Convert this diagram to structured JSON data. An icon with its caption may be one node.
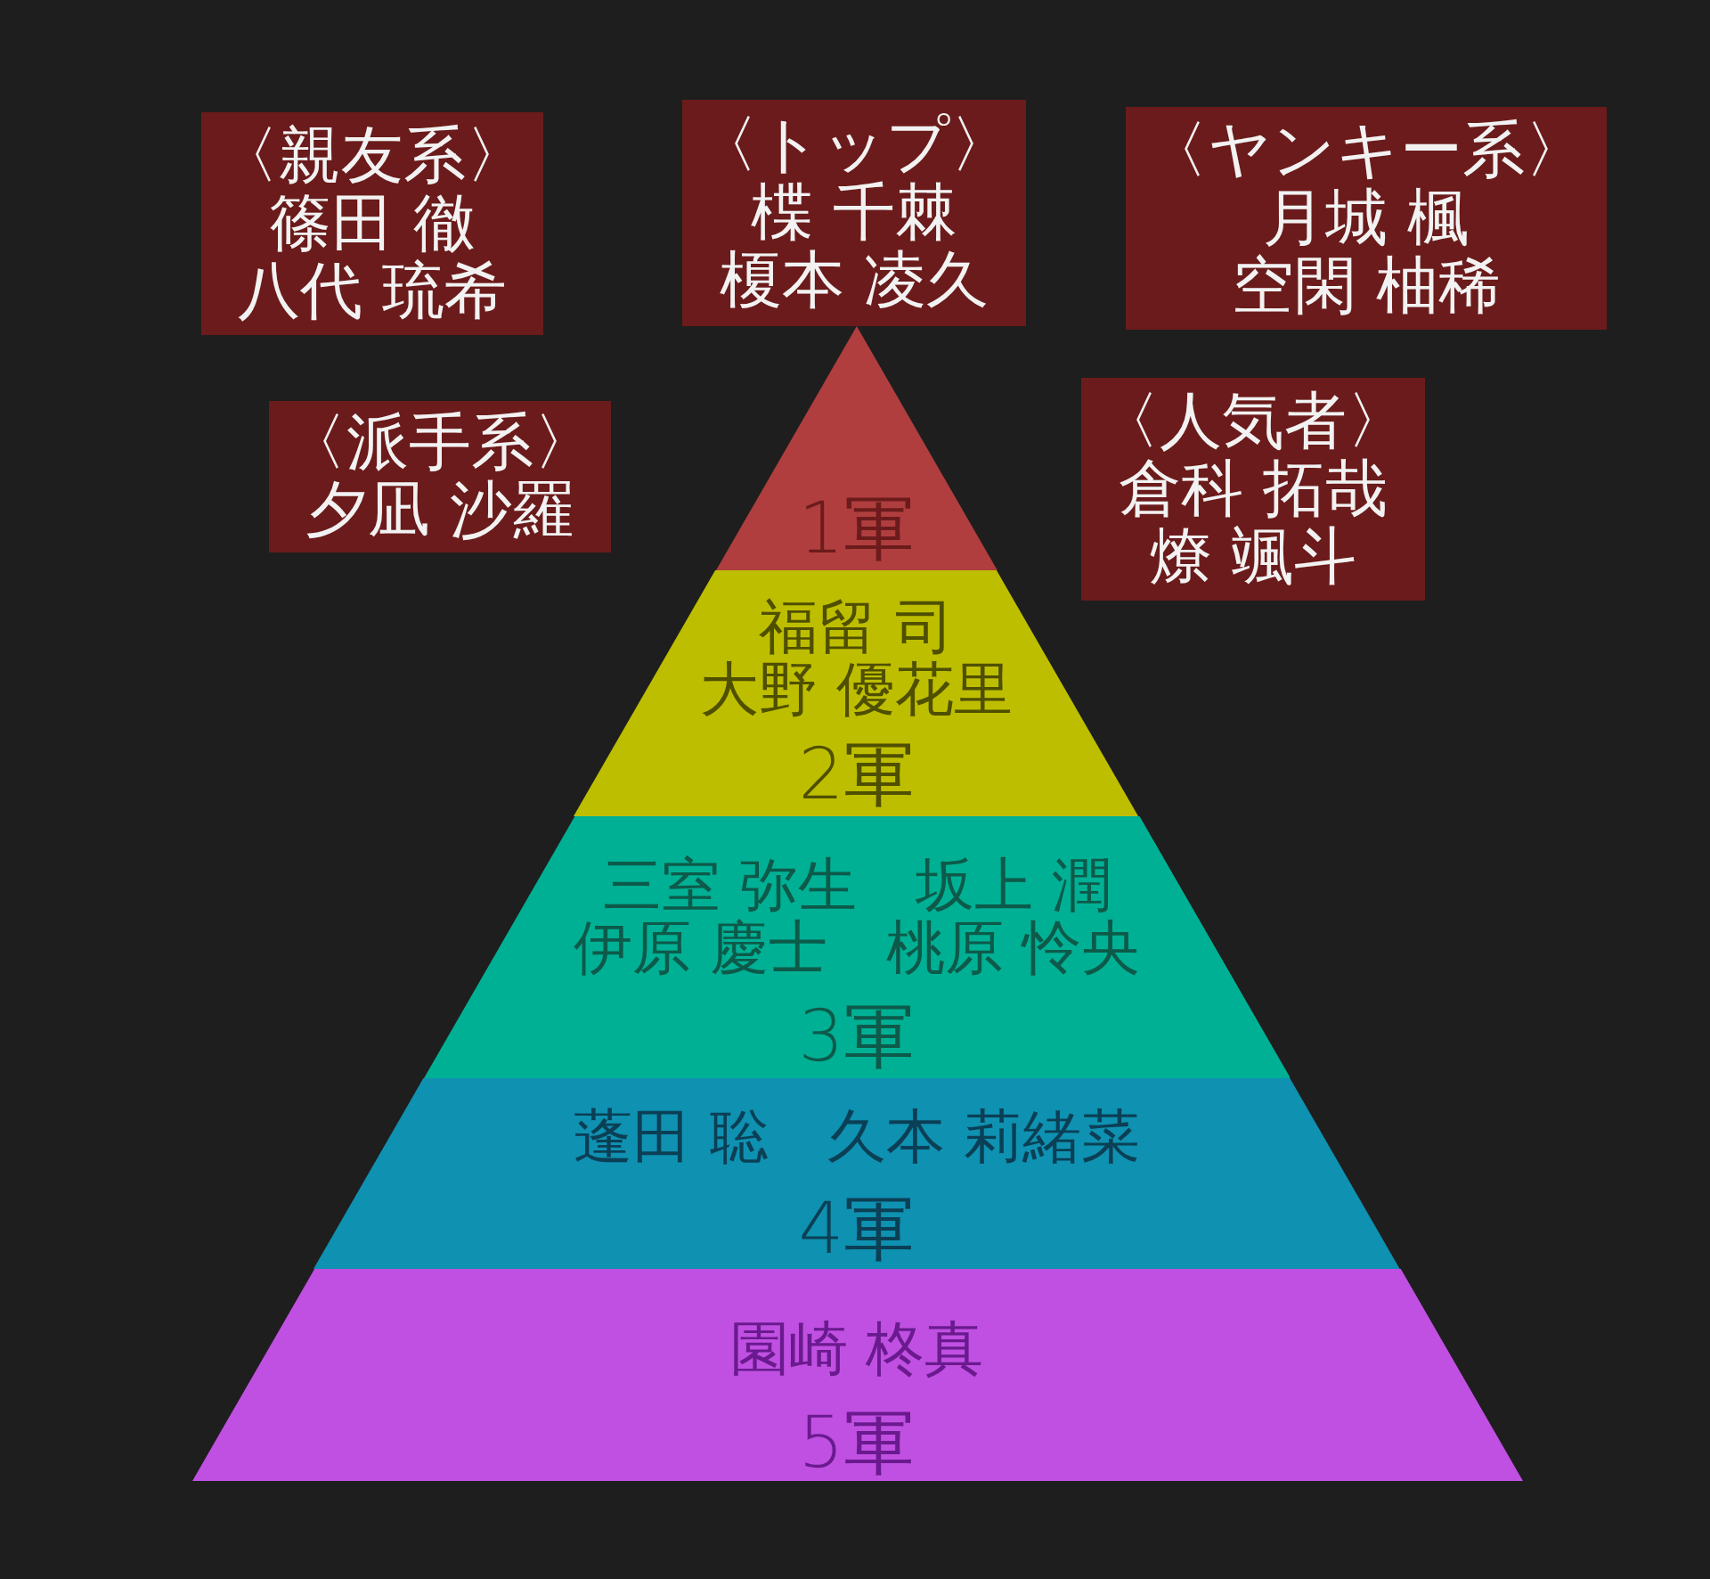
{
  "diagram": {
    "nodes": [
      {
        "text": [
          "〈親友系〉",
          "篠田 徹",
          "八代 琉希"
        ]
      },
      {
        "text": [
          "〈トップ〉",
          "楪 千棘",
          "榎本 凌久"
        ]
      },
      {
        "text": [
          "〈ヤンキー系〉",
          "月城 楓",
          "空閑 柚稀"
        ]
      },
      {
        "text": [
          "〈派手系〉",
          "夕凪 沙羅"
        ]
      },
      {
        "text": [
          "〈人気者〉",
          "倉科 拓哉",
          "燎 颯斗"
        ]
      },
      {
        "text": [
          "1軍"
        ]
      },
      {
        "text": [
          "福留 司",
          "大野 優花里",
          "2軍"
        ]
      },
      {
        "text": [
          "三室 弥生　坂上 潤",
          "伊原 慶士　桃原 怜央",
          "3軍"
        ]
      },
      {
        "text": [
          "蓬田 聡　久本 莉緒菜",
          "4軍"
        ]
      },
      {
        "text": [
          "園崎 柊真",
          "5軍"
        ]
      }
    ]
  }
}
